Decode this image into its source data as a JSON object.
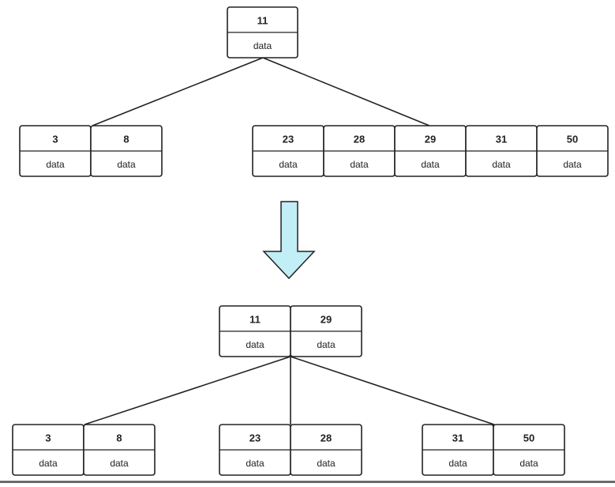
{
  "diagram": {
    "colors": {
      "stroke": "#222222",
      "arrow_fill": "#c2eef5",
      "box_fill": "#ffffff"
    },
    "before": {
      "root": [
        {
          "key": "11",
          "value": "data"
        }
      ],
      "left": [
        {
          "key": "3",
          "value": "data"
        },
        {
          "key": "8",
          "value": "data"
        }
      ],
      "right": [
        {
          "key": "23",
          "value": "data"
        },
        {
          "key": "28",
          "value": "data"
        },
        {
          "key": "29",
          "value": "data"
        },
        {
          "key": "31",
          "value": "data"
        },
        {
          "key": "50",
          "value": "data"
        }
      ]
    },
    "transition_arrow": {
      "icon": "down-arrow-icon",
      "direction": "down"
    },
    "after": {
      "root": [
        {
          "key": "11",
          "value": "data"
        },
        {
          "key": "29",
          "value": "data"
        }
      ],
      "left": [
        {
          "key": "3",
          "value": "data"
        },
        {
          "key": "8",
          "value": "data"
        }
      ],
      "middle": [
        {
          "key": "23",
          "value": "data"
        },
        {
          "key": "28",
          "value": "data"
        }
      ],
      "right": [
        {
          "key": "31",
          "value": "data"
        },
        {
          "key": "50",
          "value": "data"
        }
      ]
    }
  }
}
